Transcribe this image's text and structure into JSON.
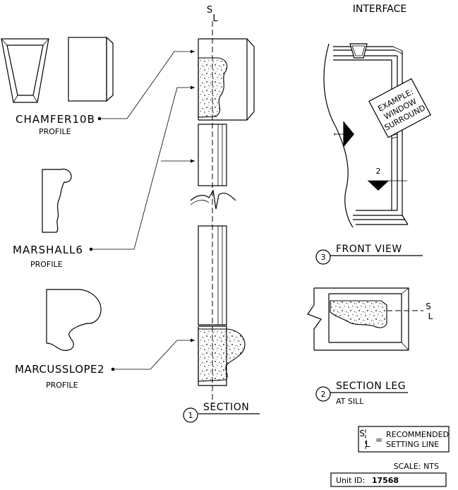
{
  "interface_heading": "INTERFACE",
  "profiles": [
    {
      "name": "CHAMFER10B",
      "caption": "PROFILE"
    },
    {
      "name": "MARSHALL6",
      "caption": "PROFILE"
    },
    {
      "name": "MARCUSSLOPE2",
      "caption": "PROFILE"
    }
  ],
  "section": {
    "number": "1",
    "title": "SECTION"
  },
  "front_view": {
    "number": "3",
    "title": "FRONT VIEW"
  },
  "section_leg": {
    "number": "2",
    "title": "SECTION LEG",
    "subtitle": "AT SILL"
  },
  "callout": [
    "EXAMPLE:",
    "WINDOW",
    "SURROUND"
  ],
  "section_marker_number": "2",
  "setting_line_symbol": {
    "top": "S",
    "bottom": "L"
  },
  "legend": {
    "symbol_top": "S",
    "symbol_bottom": "L",
    "equals": "=",
    "line1": "RECOMMENDED",
    "line2": "SETTING LINE"
  },
  "scale": "SCALE: NTS",
  "unit": {
    "label": "Unit ID:",
    "value": "17568"
  }
}
